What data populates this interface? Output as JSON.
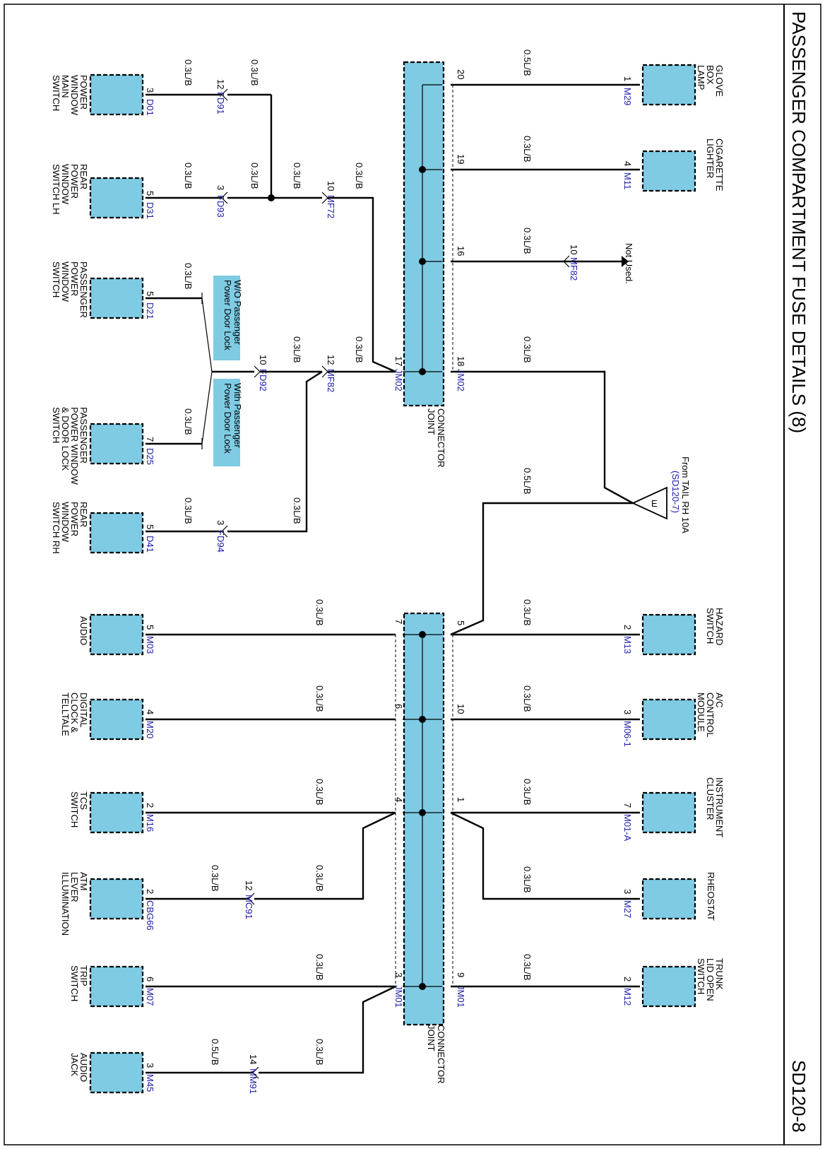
{
  "title": "PASSENGER COMPARTMENT FUSE DETAILS (8)",
  "page_code": "SD120-8",
  "source": {
    "label_line1": "From TAIL RH 10A",
    "label_line2": "(SD120-7)",
    "symbol": "E"
  },
  "joint_connector_label": [
    "JOINT",
    "CONNECTOR"
  ],
  "not_used": "Not Used.",
  "notes": {
    "wo": [
      "W/O Passenger",
      "Power Door Lock"
    ],
    "with": [
      "With Passenger",
      "Power Door Lock"
    ]
  },
  "right_components": [
    {
      "lines": [
        "GLOVE",
        "BOX",
        "LAMP"
      ],
      "pin": "1",
      "conn": "M29",
      "wire": "0.5L/B",
      "jpin": "20"
    },
    {
      "lines": [
        "CIGARETTE",
        "LIGHTER"
      ],
      "pin": "4",
      "conn": "M11",
      "wire": "0.3L/B",
      "jpin": "19"
    },
    {
      "lines": [
        "HAZARD",
        "SWITCH"
      ],
      "pin": "2",
      "conn": "M13",
      "wire": "0.3L/B",
      "jpin": "5"
    },
    {
      "lines": [
        "A/C",
        "CONTROL",
        "MODULE"
      ],
      "pin": "3",
      "conn": "M06-1",
      "wire": "0.3L/B",
      "jpin": "10"
    },
    {
      "lines": [
        "INSTRUMENT",
        "CLUSTER"
      ],
      "pin": "7",
      "conn": "M01-A",
      "wire": "0.3L/B",
      "jpin": "1"
    },
    {
      "lines": [
        "RHEOSTAT"
      ],
      "pin": "3",
      "conn": "M27",
      "wire": "0.3L/B",
      "jpin": ""
    },
    {
      "lines": [
        "TRUNK",
        "LID OPEN",
        "SWITCH"
      ],
      "pin": "2",
      "conn": "M12",
      "wire": "0.3L/B",
      "jpin": "9"
    }
  ],
  "left_components": [
    {
      "lines": [
        "POWER",
        "WINDOW",
        "MAIN",
        "SWITCH"
      ],
      "pin": "3",
      "conn": "D01"
    },
    {
      "lines": [
        "REAR",
        "POWER",
        "WINDOW",
        "SWITCH LH"
      ],
      "pin": "5",
      "conn": "D31"
    },
    {
      "lines": [
        "PASSENGER",
        "POWER",
        "WINDOW",
        "SWITCH"
      ],
      "pin": "5",
      "conn": "D21"
    },
    {
      "lines": [
        "PASSENGER",
        "POWER WINDOW",
        "& DOOR LOCK",
        "SWITCH"
      ],
      "pin": "7",
      "conn": "D25"
    },
    {
      "lines": [
        "REAR",
        "POWER",
        "WINDOW",
        "SWITCH RH"
      ],
      "pin": "5",
      "conn": "D41"
    },
    {
      "lines": [
        "AUDIO"
      ],
      "pin": "5",
      "conn": "M03"
    },
    {
      "lines": [
        "DIGITAL",
        "CLOCK &",
        "TELLTALE"
      ],
      "pin": "4",
      "conn": "M20"
    },
    {
      "lines": [
        "TCS",
        "SWITCH"
      ],
      "pin": "2",
      "conn": "M16"
    },
    {
      "lines": [
        "ATM",
        "LEVER",
        "ILLUMINATION"
      ],
      "pin": "2",
      "conn": "CBG66"
    },
    {
      "lines": [
        "TRIP",
        "SWITCH"
      ],
      "pin": "6",
      "conn": "M07"
    },
    {
      "lines": [
        "AUDIO",
        "JACK"
      ],
      "pin": "3",
      "conn": "M45"
    }
  ],
  "inline_connectors": [
    {
      "conn": "FD91",
      "pin": "12"
    },
    {
      "conn": "FD93",
      "pin": "3"
    },
    {
      "conn": "MF72",
      "pin": "10"
    },
    {
      "conn": "MF82",
      "pin": "10"
    },
    {
      "conn": "FD92",
      "pin": "10"
    },
    {
      "conn": "MF82",
      "pin": "12"
    },
    {
      "conn": "FD94",
      "pin": "3"
    },
    {
      "conn": "MC91",
      "pin": "12"
    },
    {
      "conn": "MM91",
      "pin": "14"
    }
  ],
  "joint_pins": {
    "jm02_17": "17",
    "jm02_18": "18",
    "jm02_16": "16",
    "jm01_7": "7",
    "jm01_6": "6",
    "jm01_4": "4",
    "jm01_3": "3",
    "jm02": "JM02",
    "jm01": "JM01"
  },
  "wire_labels": {
    "w03": "0.3L/B",
    "w05": "0.5L/B"
  }
}
